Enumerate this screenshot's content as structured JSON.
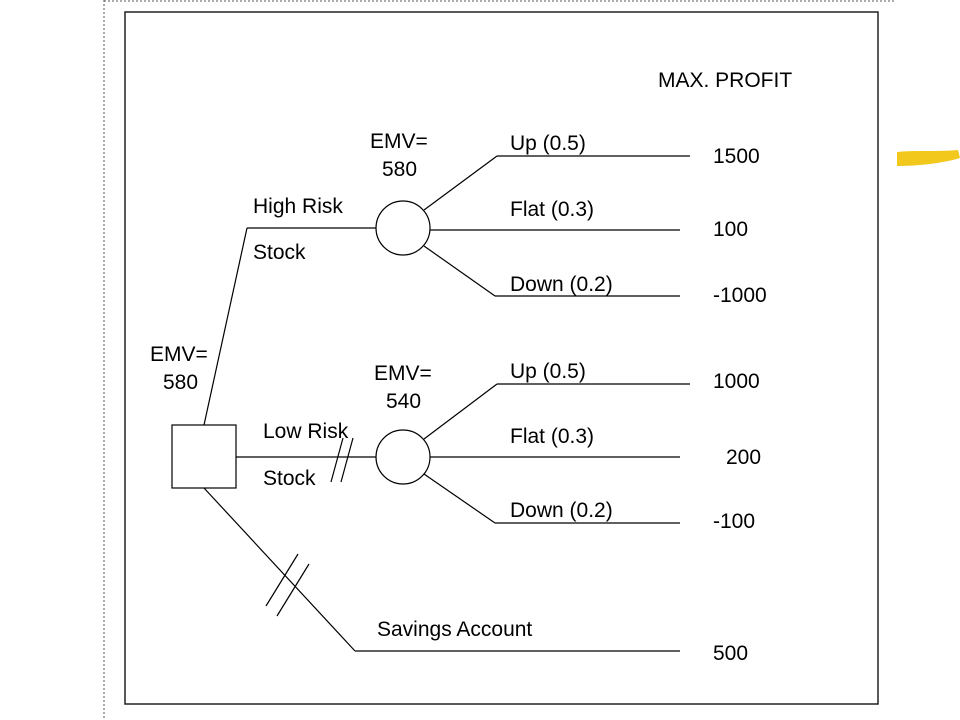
{
  "header": "MAX. PROFIT",
  "decision_node": {
    "emv_label": "EMV=",
    "emv_value": "580"
  },
  "branches": {
    "high_risk": {
      "label_line1": "High Risk",
      "label_line2": "Stock",
      "emv_label": "EMV=",
      "emv_value": "580",
      "outcomes": [
        {
          "label": "Up (0.5)",
          "payoff": "1500"
        },
        {
          "label": "Flat (0.3)",
          "payoff": "100"
        },
        {
          "label": "Down (0.2)",
          "payoff": "-1000"
        }
      ]
    },
    "low_risk": {
      "label_line1": "Low Risk",
      "label_line2": "Stock",
      "emv_label": "EMV=",
      "emv_value": "540",
      "outcomes": [
        {
          "label": "Up (0.5)",
          "payoff": "1000"
        },
        {
          "label": "Flat (0.3)",
          "payoff": "200"
        },
        {
          "label": "Down (0.2)",
          "payoff": "-100"
        }
      ]
    },
    "savings": {
      "label": "Savings Account",
      "payoff": "500"
    }
  },
  "colors": {
    "line": "#000000",
    "border": "#222222",
    "dotted_guide": "#555555",
    "highlighter": "#f2c81c"
  }
}
